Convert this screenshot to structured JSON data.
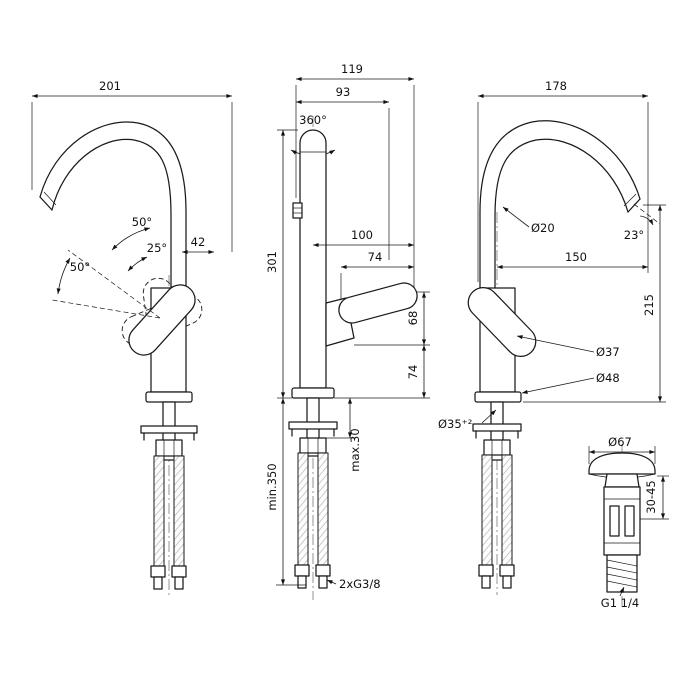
{
  "style": {
    "ink": "#1a1a1a",
    "background": "#ffffff"
  },
  "drawing": {
    "view_side_left": {
      "overall_depth": "201",
      "handle_angle_up": "50°",
      "handle_angle_mid": "25°",
      "handle_length": "42",
      "handle_angle_down": "50°"
    },
    "view_front": {
      "top_width": "119",
      "spout_width": "93",
      "swivel": "360°",
      "reach_100": "100",
      "reach_74": "74",
      "height_total": "301",
      "handle_height": "68",
      "body_height": "74",
      "deck_max": "max.30",
      "hose_min": "min.350",
      "supply_thread": "2xG3/8"
    },
    "view_side_right": {
      "overall_depth": "178",
      "spout_diameter": "Ø20",
      "spout_angle": "23°",
      "spout_reach": "150",
      "spout_height": "215",
      "body_diameter": "Ø37",
      "base_diameter": "Ø48",
      "hole_diameter": "Ø35⁺²"
    },
    "drain_valve": {
      "cap_diameter": "Ø67",
      "height_range": "30-45",
      "outlet_thread": "G1 1/4"
    }
  }
}
